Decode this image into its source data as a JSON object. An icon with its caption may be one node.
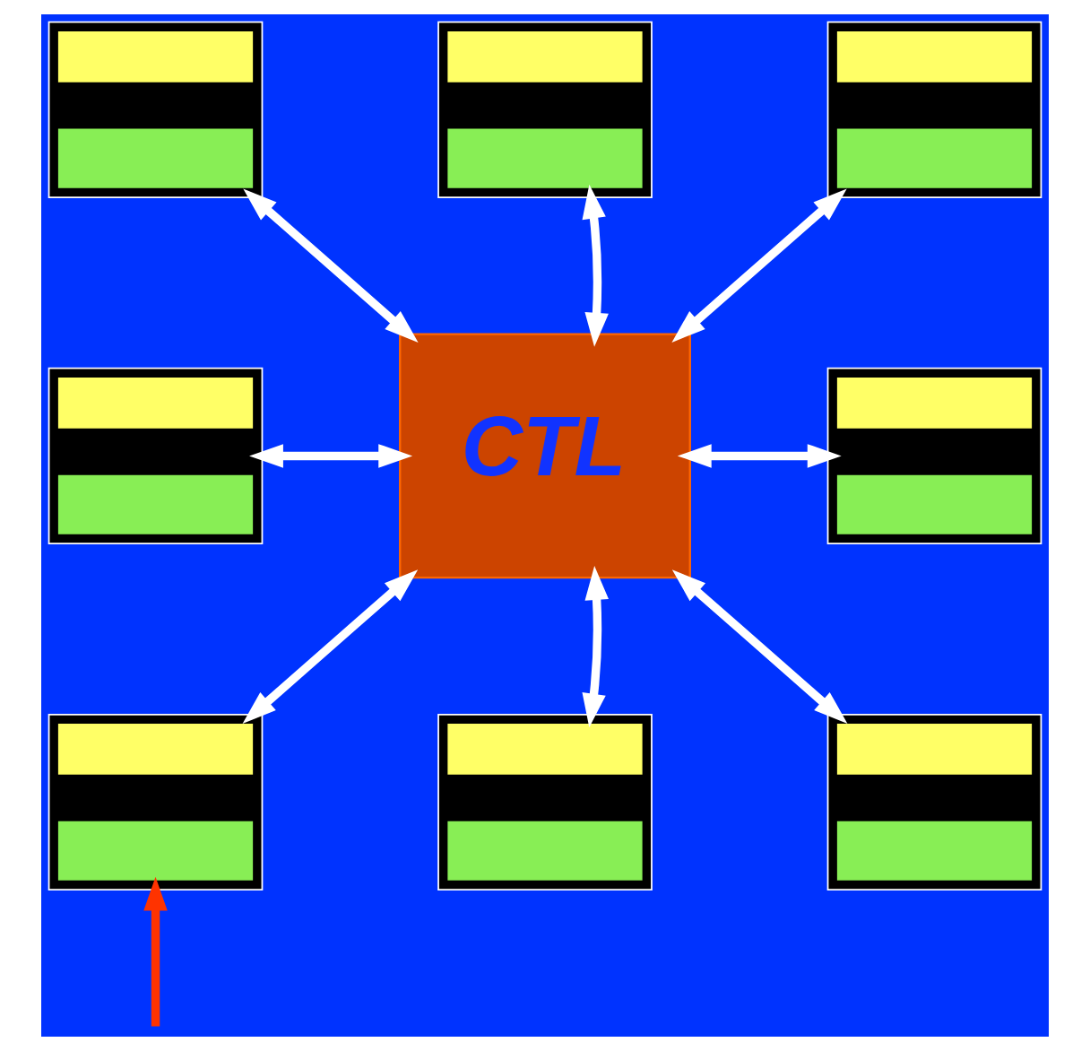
{
  "diagram": {
    "nodes": [
      {
        "text": [],
        "shape": "box"
      },
      {
        "text": [],
        "shape": "box"
      },
      {
        "text": [],
        "shape": "box"
      },
      {
        "text": [],
        "shape": "box"
      },
      {
        "text": [
          "CTL"
        ]
      },
      {
        "text": [],
        "shape": "box"
      },
      {
        "text": [],
        "shape": "box"
      },
      {
        "text": [],
        "shape": "box"
      },
      {
        "text": [],
        "shape": "box"
      }
    ],
    "edges": [
      {
        "from": 0,
        "to": 4,
        "arrow": "both"
      },
      {
        "from": 1,
        "to": 4,
        "arrow": "both"
      },
      {
        "from": 2,
        "to": 4,
        "arrow": "both"
      },
      {
        "from": 3,
        "to": 4,
        "arrow": "both"
      },
      {
        "from": 5,
        "to": 4,
        "arrow": "both"
      },
      {
        "from": 6,
        "to": 4,
        "arrow": "both"
      },
      {
        "from": 7,
        "to": 4,
        "arrow": "both"
      },
      {
        "from": 8,
        "to": 4,
        "arrow": "both"
      },
      {
        "from": null,
        "to": 6,
        "arrow": "to",
        "color": "#ff3300"
      }
    ]
  }
}
